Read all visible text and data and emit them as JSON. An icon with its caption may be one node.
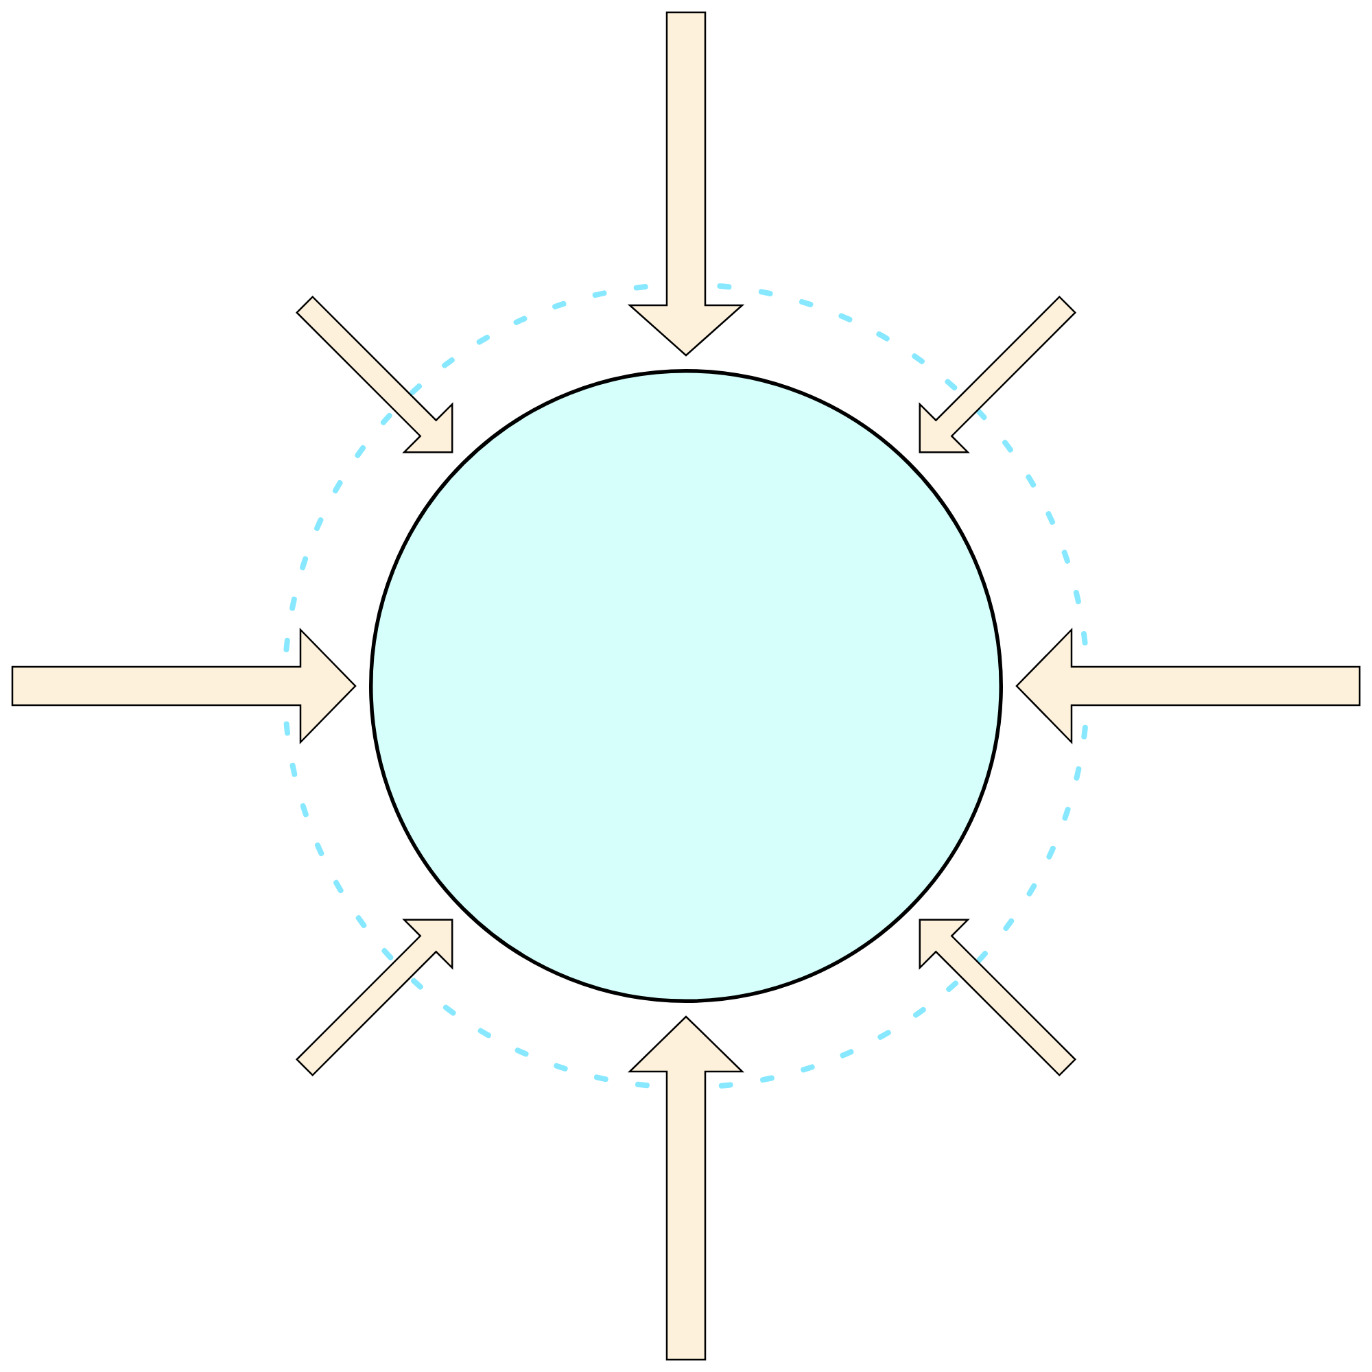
{
  "diagram": {
    "nodes": [
      {
        "text": [],
        "shape": "circle"
      },
      {
        "text": [],
        "shape": "circle",
        "in": 0
      }
    ],
    "edges": [
      {
        "from": null,
        "to": 1,
        "arrow": "to"
      },
      {
        "from": null,
        "to": 1,
        "arrow": "to"
      },
      {
        "from": null,
        "to": 1,
        "arrow": "to"
      },
      {
        "from": null,
        "to": 1,
        "arrow": "to"
      },
      {
        "from": null,
        "to": 1,
        "arrow": "to"
      },
      {
        "from": null,
        "to": 1,
        "arrow": "to"
      },
      {
        "from": null,
        "to": 1,
        "arrow": "to"
      },
      {
        "from": null,
        "to": 1,
        "arrow": "to"
      }
    ]
  }
}
